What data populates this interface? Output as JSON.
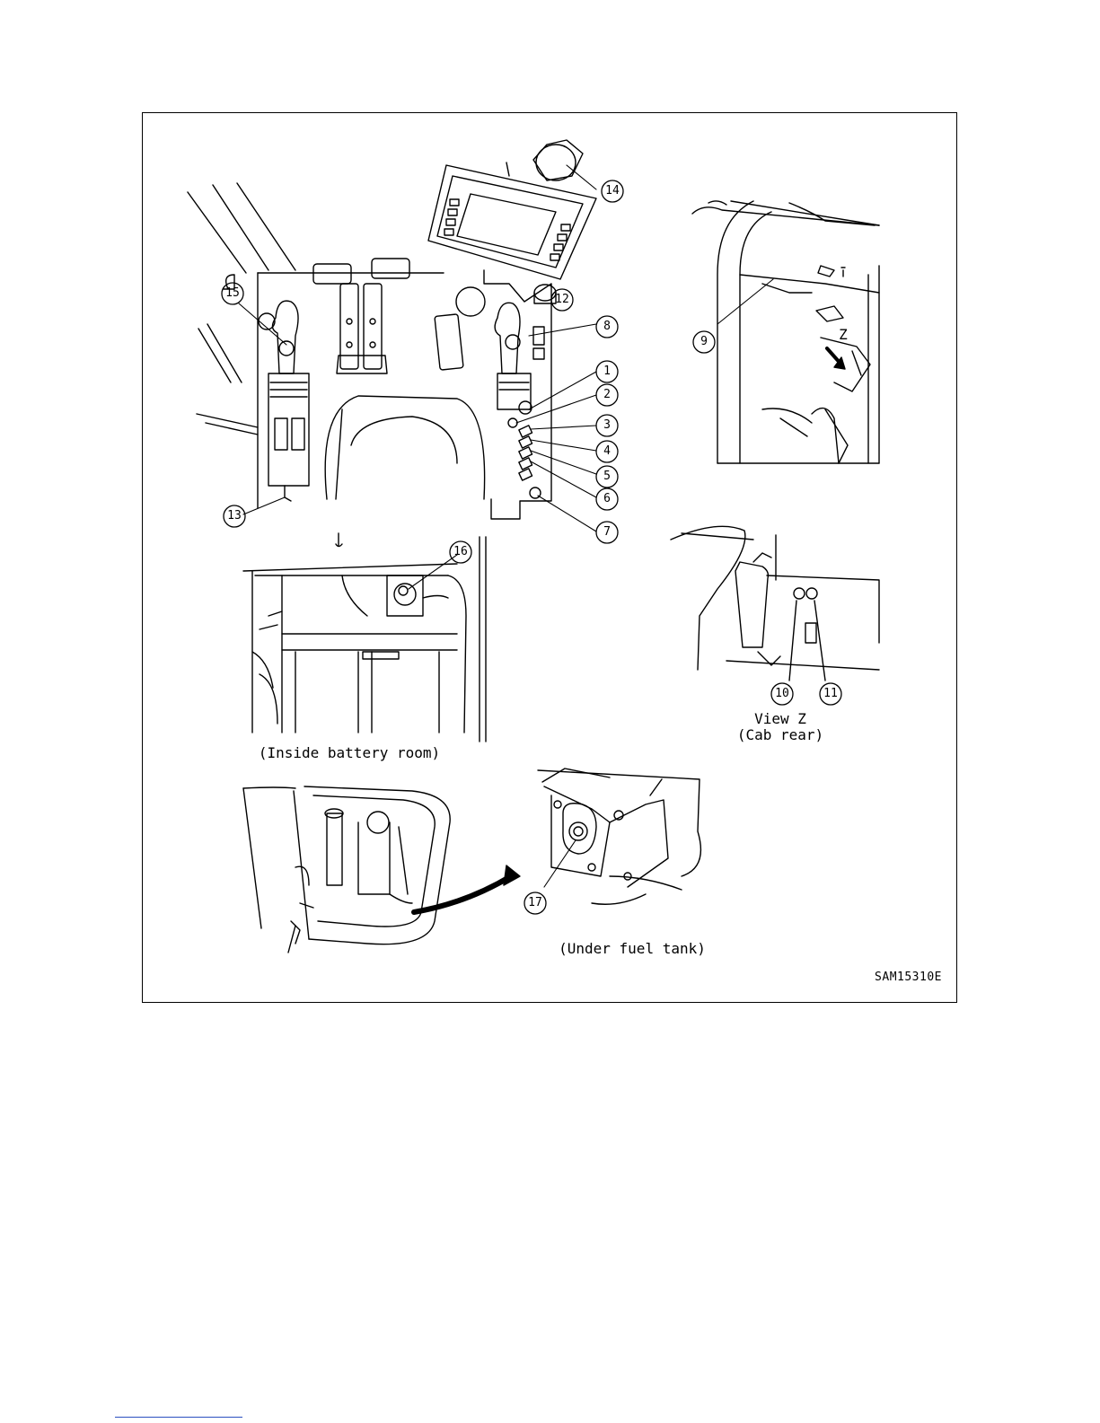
{
  "callouts": [
    "1",
    "2",
    "3",
    "4",
    "5",
    "6",
    "7",
    "8",
    "9",
    "10",
    "11",
    "12",
    "13",
    "14",
    "15",
    "16",
    "17"
  ],
  "labels": {
    "z_arrow": "Z",
    "battery_caption": "(Inside battery room)",
    "view_z": "View Z",
    "cab_rear": "(Cab rear)",
    "fuel_caption": "(Under fuel tank)"
  },
  "figure_ref": "SAM15310E"
}
